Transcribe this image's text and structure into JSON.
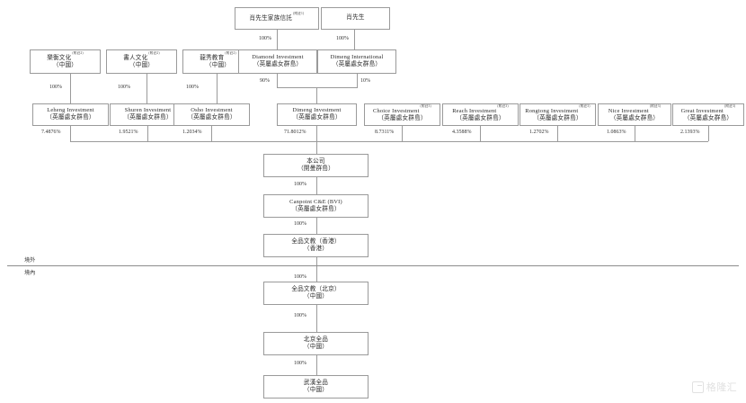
{
  "diagram": {
    "title": "股權架構圖",
    "jurisdiction_labels": {
      "offshore": "境外",
      "onshore": "境內"
    },
    "watermark": {
      "text": "格隆汇",
      "icon": "square-logo-icon"
    },
    "nodes": {
      "trust": {
        "line1": "肖先生家族信託",
        "note": "(附註1)",
        "line2": ""
      },
      "mr_xiao": {
        "line1": "肖先生",
        "note": "",
        "line2": ""
      },
      "leheng_culture": {
        "line1": "樂衡文化",
        "note": "(附註2)",
        "line2": "（中國）"
      },
      "shuren_culture": {
        "line1": "書人文化",
        "note": "(附註2)",
        "line2": "（中國）"
      },
      "longxiu_edu": {
        "line1": "龍秀教育",
        "note": "(附註2)",
        "line2": "（中國）"
      },
      "diamond_investment": {
        "line1": "Diamond Investment",
        "note": "",
        "line2": "（英屬處女群島）"
      },
      "dimeng_international": {
        "line1": "Dimeng International",
        "note": "",
        "line2": "（英屬處女群島）"
      },
      "leheng_investment": {
        "line1": "Leheng Investment",
        "note": "",
        "line2": "（英屬處女群島）"
      },
      "shuren_investment": {
        "line1": "Shuren Investment",
        "note": "",
        "line2": "（英屬處女群島）"
      },
      "osho_investment": {
        "line1": "Osho Investment",
        "note": "",
        "line2": "（英屬處女群島）"
      },
      "dimeng_investment": {
        "line1": "Dimeng Investment",
        "note": "",
        "line2": "（英屬處女群島）"
      },
      "choice_investment": {
        "line1": "Choice Investment",
        "note": "(附註3)",
        "line2": "（英屬處女群島）"
      },
      "reach_investment": {
        "line1": "Reach Investment",
        "note": "(附註3)",
        "line2": "（英屬處女群島）"
      },
      "rongtong_investment": {
        "line1": "Rongtong Investment",
        "note": "(附註3)",
        "line2": "（英屬處女群島）"
      },
      "nice_investment": {
        "line1": "Nice Investment",
        "note": "(附註3)",
        "line2": "（英屬處女群島）"
      },
      "great_investment": {
        "line1": "Great Investment",
        "note": "(附註3)",
        "line2": "（英屬處女群島）"
      },
      "company": {
        "line1": "本公司",
        "note": "",
        "line2": "（開曼群島）"
      },
      "canpoint_bvi": {
        "line1": "Canpoint C&E (BVI)",
        "note": "",
        "line2": "（英屬處女群島）"
      },
      "quanpin_hk": {
        "line1": "全品文教（香港）",
        "note": "",
        "line2": "（香港）"
      },
      "quanpin_bj": {
        "line1": "全品文教（北京）",
        "note": "",
        "line2": "（中國）"
      },
      "beijing_quanpin": {
        "line1": "北京全品",
        "note": "",
        "line2": "（中國）"
      },
      "wuhan_quanpin": {
        "line1": "武漢全品",
        "note": "",
        "line2": "（中國）"
      }
    },
    "percentages": {
      "trust_to_diamond": "100%",
      "xiao_to_dimeng_intl": "100%",
      "leheng_culture_down": "100%",
      "shuren_culture_down": "100%",
      "longxiu_edu_down": "100%",
      "diamond_to_dimeng_inv": "90%",
      "dimeng_intl_to_dimeng_inv": "10%",
      "leheng_investment": "7.4876%",
      "shuren_investment": "1.9521%",
      "osho_investment": "1.2034%",
      "dimeng_investment": "71.8012%",
      "choice_investment": "8.7311%",
      "reach_investment": "4.3588%",
      "rongtong_investment": "1.2702%",
      "nice_investment": "1.0863%",
      "great_investment": "2.1393%",
      "company_to_canpoint": "100%",
      "canpoint_to_hk": "100%",
      "hk_to_bj": "100%",
      "bj_to_beijing": "100%",
      "beijing_to_wuhan": "100%"
    }
  }
}
